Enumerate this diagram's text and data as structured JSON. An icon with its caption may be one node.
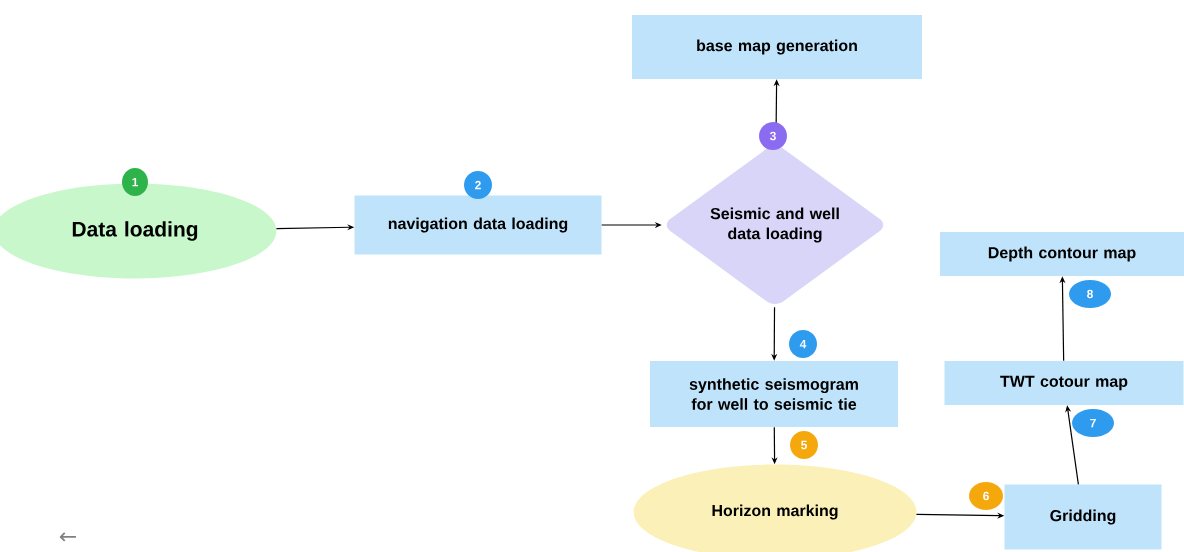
{
  "diagram": {
    "nodes": [
      {
        "text": [
          "Data loading"
        ],
        "beside": [
          "1"
        ]
      },
      {
        "text": [
          "navigation data loading"
        ],
        "beside": [
          "2"
        ]
      },
      {
        "text": [
          "Seismic and well data loading"
        ],
        "beside": [
          "3"
        ]
      },
      {
        "text": [
          "base map generation"
        ]
      },
      {
        "text": [
          "synthetic seismogram for well to seismic tie"
        ],
        "beside": [
          "4"
        ]
      },
      {
        "text": [
          "Horizon marking"
        ],
        "beside": [
          "5"
        ]
      },
      {
        "text": [
          "Gridding"
        ],
        "beside": [
          "6"
        ]
      },
      {
        "text": [
          "TWT cotour map"
        ],
        "beside": [
          "7"
        ]
      },
      {
        "text": [
          "Depth contour map"
        ],
        "beside": [
          "8"
        ]
      }
    ],
    "edges": [
      {
        "from": 0,
        "to": 1,
        "arrow": "to"
      },
      {
        "from": 1,
        "to": 2,
        "arrow": "to"
      },
      {
        "from": 2,
        "to": 3,
        "arrow": "to"
      },
      {
        "from": 2,
        "to": 4,
        "arrow": "to"
      },
      {
        "from": 4,
        "to": 5,
        "arrow": "to"
      },
      {
        "from": 5,
        "to": 6,
        "arrow": "to"
      },
      {
        "from": 6,
        "to": 7,
        "arrow": "to"
      },
      {
        "from": 7,
        "to": 8,
        "arrow": "to"
      }
    ],
    "labels": [
      "←"
    ]
  }
}
